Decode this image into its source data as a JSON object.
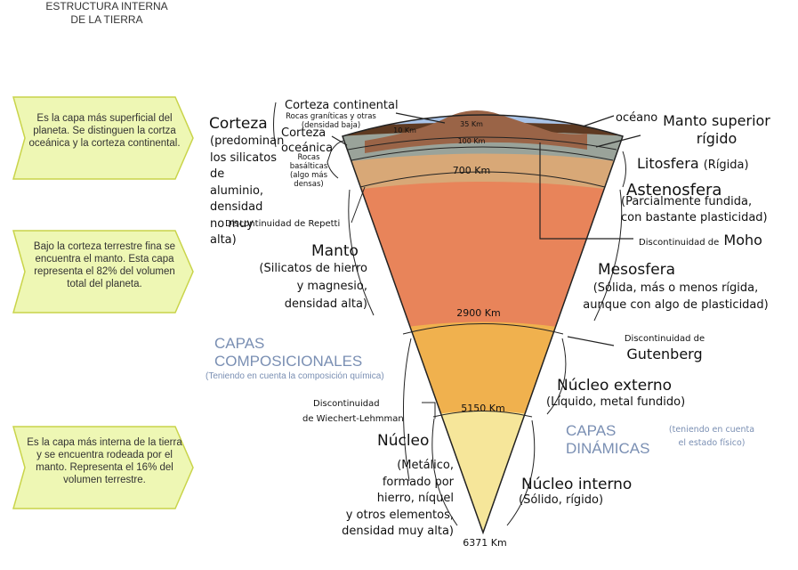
{
  "title": {
    "line1": "ESTRUCTURA INTERNA",
    "line2": "DE LA TIERRA"
  },
  "callouts": [
    {
      "text": "Es la capa más superficial del planeta. Se distinguen la cortza oceánica y la corteza continental."
    },
    {
      "text": "Bajo la corteza terrestre fina se encuentra el manto. Esta capa representa el 82% del volumen total del planeta."
    },
    {
      "text": "Es la capa más interna de la tierra y se encuentra rodeada por el manto. Representa el 16% del volumen terrestre."
    }
  ],
  "compositional": {
    "corteza": {
      "name": "Corteza",
      "desc": [
        "(predominan",
        "los silicatos",
        "de aluminio,",
        "densidad",
        "no muy alta)"
      ]
    },
    "corteza_continental": {
      "name": "Corteza continental",
      "desc": [
        "Rocas graníticas y otras",
        "(densidad baja)"
      ]
    },
    "corteza_oceanica": {
      "name": [
        "Corteza",
        "oceánica"
      ],
      "desc": [
        "Rocas",
        "basálticas",
        "(algo más",
        "densas)"
      ]
    },
    "manto": {
      "name": "Manto",
      "desc": [
        "(Silicatos de hierro",
        "y magnesio,",
        "densidad alta)"
      ]
    },
    "nucleo": {
      "name": "Núcleo",
      "desc": [
        "(Metálico,",
        "formado por",
        "hierro, níquel",
        "y otros elementos,",
        "densidad muy alta)"
      ]
    },
    "capas_title": [
      "CAPAS",
      "COMPOSICIONALES"
    ],
    "capas_note": "(Teniendo en cuenta la composición química)"
  },
  "dynamic": {
    "oceano": "océano",
    "manto_superior": [
      "Manto superior",
      "rígido"
    ],
    "litosfera": {
      "name": "Litosfera",
      "desc": "(Rígida)"
    },
    "astenosfera": {
      "name": "Astenosfera",
      "desc": [
        "(Parcialmente fundida,",
        "con bastante plasticidad)"
      ]
    },
    "mesosfera": {
      "name": "Mesosfera",
      "desc": [
        "(Sólida, más o menos rígida,",
        "aunque con algo de plasticidad)"
      ]
    },
    "nucleo_externo": {
      "name": "Núcleo externo",
      "desc": "(Líquido, metal fundido)"
    },
    "nucleo_interno": {
      "name": "Núcleo interno",
      "desc": "(Sólido, rígido)"
    },
    "capas_title": [
      "CAPAS",
      "DINÁMICAS"
    ],
    "capas_note": [
      "(teniendo en cuenta",
      "el estado físico)"
    ]
  },
  "discontinuities": {
    "repetti": "Discontinuidad de Repetti",
    "moho_prefix": "Discontinuidad de",
    "moho_name": "Moho",
    "gutenberg_prefix": "Discontinuidad de",
    "gutenberg_name": "Gutenberg",
    "wiechert": [
      "Discontinuidad",
      "de Wiechert-Lehmman"
    ]
  },
  "depths": {
    "d10": "10 Km",
    "d35": "35 Km",
    "d100": "100 Km",
    "d700": "700 Km",
    "d2900": "2900 Km",
    "d5150": "5150 Km",
    "d6371": "6371 Km"
  },
  "colors": {
    "ocean": "#a9c4e8",
    "crust_dark": "#5e3a22",
    "continent": "#9a6447",
    "lithosphere": "#9aa39a",
    "asthenosphere": "#d8a877",
    "mesosphere": "#e8845a",
    "outer_core": "#f0b14e",
    "inner_core": "#f6e69a",
    "callout_fill": "#eef7b4",
    "callout_stroke": "#c9d44a"
  }
}
